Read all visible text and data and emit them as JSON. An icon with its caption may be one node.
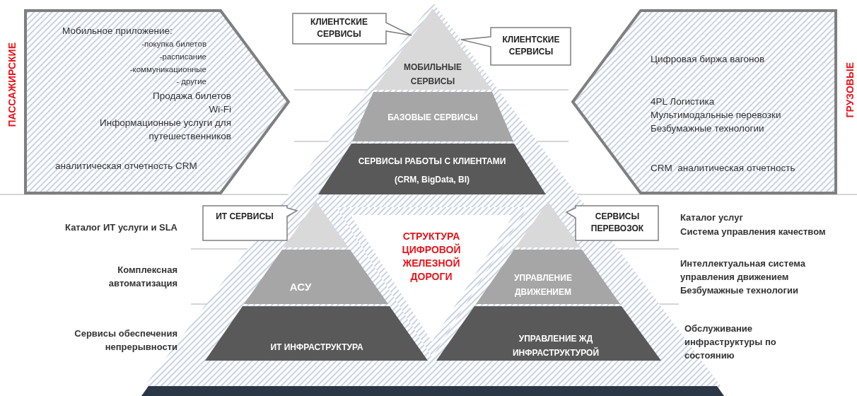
{
  "diagram": {
    "nodes": [
      {
        "text": [
          "Мобильное приложение:",
          "-покупка билетов",
          "-расписание",
          "-коммуникационные",
          "- другие",
          "Продажа билетов",
          "Wi-Fi",
          "Информационные услуги для путешественников",
          "аналитическая отчетность CRM"
        ]
      },
      {
        "text": [
          "Цифровая биржа вагонов",
          "4PL Логистика",
          "Мультимодальные перевозки",
          "Безбумажные технологии",
          "CRM  аналитическая отчетность"
        ]
      },
      {
        "text": [
          "МОБИЛЬНЫЕ СЕРВИСЫ"
        ]
      },
      {
        "text": [
          "БАЗОВЫЕ СЕРВИСЫ"
        ]
      },
      {
        "text": [
          "СЕРВИСЫ РАБОТЫ С КЛИЕНТАМИ",
          "(CRM, BigData, BI)"
        ]
      },
      {
        "text": [
          "КЛИЕНТСКИЕ СЕРВИСЫ"
        ]
      },
      {
        "text": [
          "КЛИЕНТСКИЕ СЕРВИСЫ"
        ]
      },
      {
        "text": [],
        "shape": "triangle"
      },
      {
        "text": [
          "АСУ"
        ]
      },
      {
        "text": [
          "ИТ ИНФРАСТРУКТУРА"
        ]
      },
      {
        "text": [
          "ИТ СЕРВИСЫ"
        ]
      },
      {
        "text": [
          "СТРУКТУРА ЦИФРОВОЙ ЖЕЛЕЗНОЙ ДОРОГИ"
        ]
      },
      {
        "text": [],
        "shape": "triangle"
      },
      {
        "text": [
          "УПРАВЛЕНИЕ ДВИЖЕНИЕМ"
        ]
      },
      {
        "text": [
          "УПРАВЛЕНИЕ ЖД ИНФРАСТРУКТУРОЙ"
        ]
      },
      {
        "text": [
          "СЕРВИСЫ ПЕРЕВОЗОК"
        ]
      },
      {
        "text": [],
        "shape": "bar"
      }
    ],
    "labels": [
      "ПАССАЖИРСКИЕ",
      "ГРУЗОВЫЕ",
      "Каталог ИТ услуги и SLA",
      "Каталог услуг",
      "Система управления качеством",
      "Комплексная автоматизация",
      "Интеллектуальная система управления движением",
      "Безбумажные технологии",
      "Сервисы обеспечения непрерывности",
      "Обслуживание инфраструктуры по состоянию"
    ]
  }
}
